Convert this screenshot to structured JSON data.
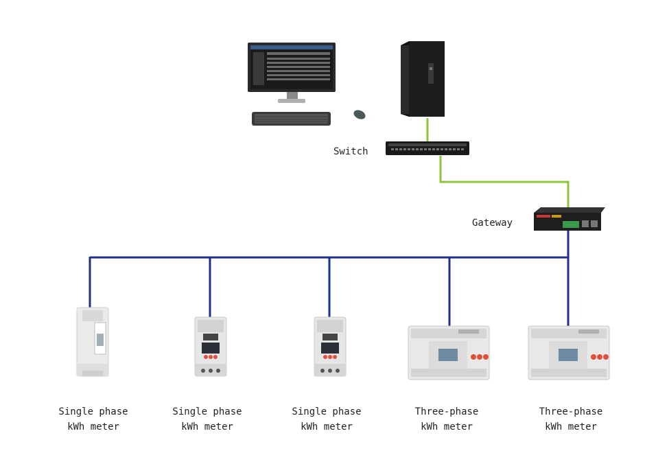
{
  "diagram": {
    "switch_label": "Switch",
    "gateway_label": "Gateway",
    "meters": [
      {
        "line1": "Single phase",
        "line2": "kWh meter",
        "kind": "single-slim"
      },
      {
        "line1": "Single phase",
        "line2": "kWh meter",
        "kind": "single"
      },
      {
        "line1": "Single phase",
        "line2": "kWh meter",
        "kind": "single"
      },
      {
        "line1": "Three-phase",
        "line2": "kWh meter",
        "kind": "three"
      },
      {
        "line1": "Three-phase",
        "line2": "kWh meter",
        "kind": "three"
      }
    ]
  },
  "colors": {
    "ethernet_link": "#8cc43c",
    "bus_link": "#1f2f8c",
    "device_dark": "#1c1c1c",
    "meter_body": "#e6e6e6",
    "meter_button": "#e0503a"
  }
}
